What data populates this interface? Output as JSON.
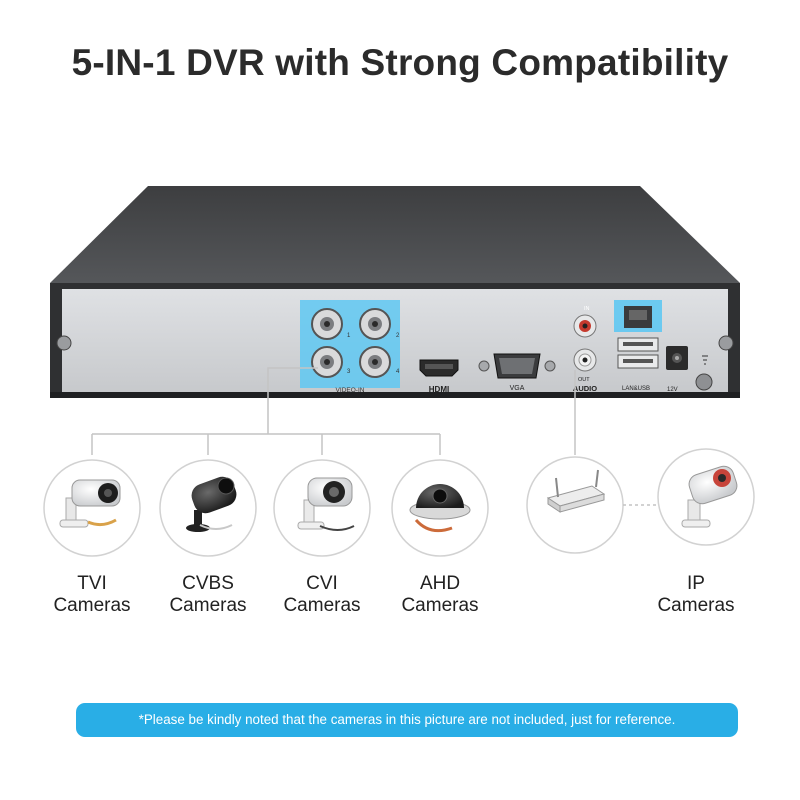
{
  "title": "5-IN-1 DVR with Strong Compatibility",
  "ports": {
    "video_in": "VIDEO-IN",
    "hdmi": "HDMI",
    "vga": "VGA",
    "audio_in": "IN",
    "audio_out": "OUT",
    "audio": "AUDIO",
    "lan_usb": "LAN&USB",
    "power": "12V",
    "channels": [
      "1",
      "2",
      "3",
      "4"
    ]
  },
  "cameras": [
    {
      "line1": "TVI",
      "line2": "Cameras",
      "icon": "bullet-camera-icon"
    },
    {
      "line1": "CVBS",
      "line2": "Cameras",
      "icon": "black-bullet-camera-icon"
    },
    {
      "line1": "CVI",
      "line2": "Cameras",
      "icon": "ir-bullet-camera-icon"
    },
    {
      "line1": "AHD",
      "line2": "Cameras",
      "icon": "dome-camera-icon"
    }
  ],
  "ip": {
    "line1": "IP",
    "line2": "Cameras",
    "router_icon": "router-icon",
    "camera_icon": "ip-camera-icon"
  },
  "note": "*Please be kindly noted that the cameras in this picture are not included, just for reference.",
  "colors": {
    "note_bg": "#29aee6",
    "highlight": "#4ec3f0",
    "chassis": "#4a4b4d"
  }
}
